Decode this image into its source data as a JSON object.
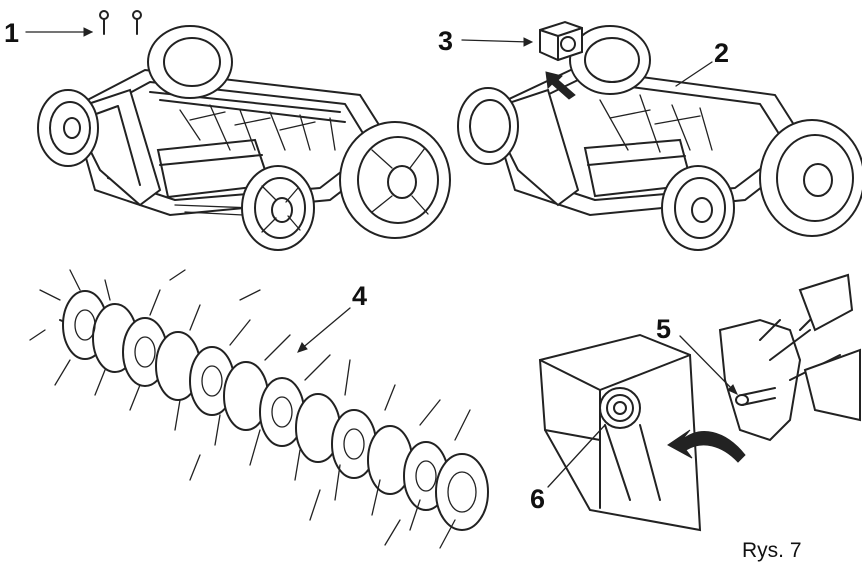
{
  "figure": {
    "caption": "Rys. 7",
    "callouts": [
      {
        "id": "1",
        "text": "1"
      },
      {
        "id": "2",
        "text": "2"
      },
      {
        "id": "3",
        "text": "3"
      },
      {
        "id": "4",
        "text": "4"
      },
      {
        "id": "5",
        "text": "5"
      },
      {
        "id": "6",
        "text": "6"
      }
    ],
    "icons": {
      "screws": "screw-icon",
      "bearing": "bearing-block-icon",
      "move_arrow": "arrow-icon",
      "rotate_arrow": "curved-arrow-icon"
    }
  }
}
